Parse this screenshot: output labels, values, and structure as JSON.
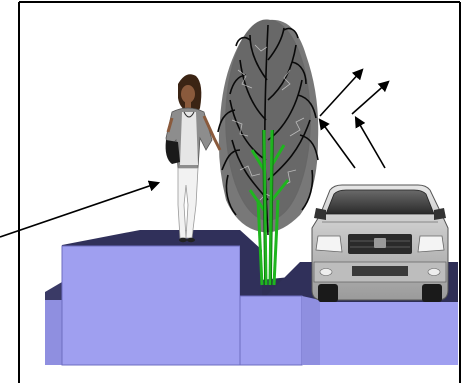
{
  "figure": {
    "subject": "streetscape-section-illustration",
    "elements": [
      "person",
      "tree",
      "car",
      "sidewalk-planter",
      "road"
    ],
    "arrows": [
      {
        "name": "pointer-arrow",
        "target": "person"
      },
      {
        "name": "airflow-arrow-1"
      },
      {
        "name": "airflow-arrow-2"
      },
      {
        "name": "airflow-arrow-3"
      },
      {
        "name": "airflow-arrow-4"
      }
    ],
    "colors": {
      "block_front": "#9f9ff0",
      "block_top": "#30305a",
      "road": "#2e2e55",
      "tree_foliage": "#0a0a0a",
      "tree_trunk": "#1fb51f",
      "car_body": "#c9c9c9",
      "frame": "#000000"
    }
  }
}
